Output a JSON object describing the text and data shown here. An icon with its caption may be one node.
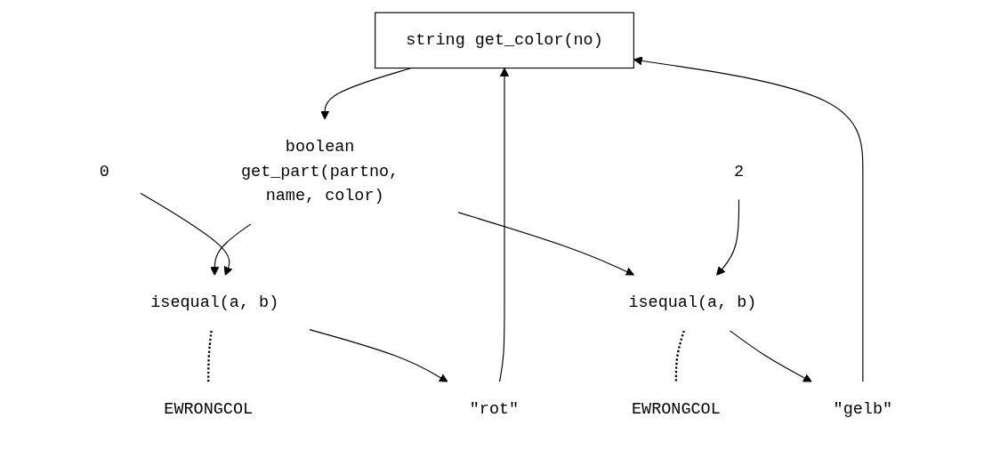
{
  "diagram": {
    "nodes": [
      {
        "text": [
          "string get_color(no)"
        ]
      },
      {
        "text": [
          "boolean get_part(partno, name, color)"
        ]
      },
      {
        "text": [
          "0"
        ]
      },
      {
        "text": [
          "isequal(a, b)"
        ]
      },
      {
        "text": [
          "EWRONGCOL"
        ]
      },
      {
        "text": [
          "\"rot\""
        ]
      },
      {
        "text": [
          "2"
        ]
      },
      {
        "text": [
          "isequal(a, b)"
        ]
      },
      {
        "text": [
          "EWRONGCOL"
        ]
      },
      {
        "text": [
          "\"gelb\""
        ]
      }
    ],
    "edges": [
      {
        "from": 0,
        "to": 1,
        "arrow": "to"
      },
      {
        "from": 1,
        "to": 3,
        "arrow": "to"
      },
      {
        "from": 2,
        "to": 3,
        "arrow": "to"
      },
      {
        "from": 3,
        "to": 4,
        "arrow": "none",
        "style": "dashed"
      },
      {
        "from": 3,
        "to": 5,
        "arrow": "to"
      },
      {
        "from": 5,
        "to": 0,
        "arrow": "to"
      },
      {
        "from": 1,
        "to": 7,
        "arrow": "to"
      },
      {
        "from": 6,
        "to": 7,
        "arrow": "to"
      },
      {
        "from": 7,
        "to": 8,
        "arrow": "none",
        "style": "dashed"
      },
      {
        "from": 7,
        "to": 9,
        "arrow": "to"
      },
      {
        "from": 9,
        "to": 0,
        "arrow": "to"
      }
    ]
  }
}
